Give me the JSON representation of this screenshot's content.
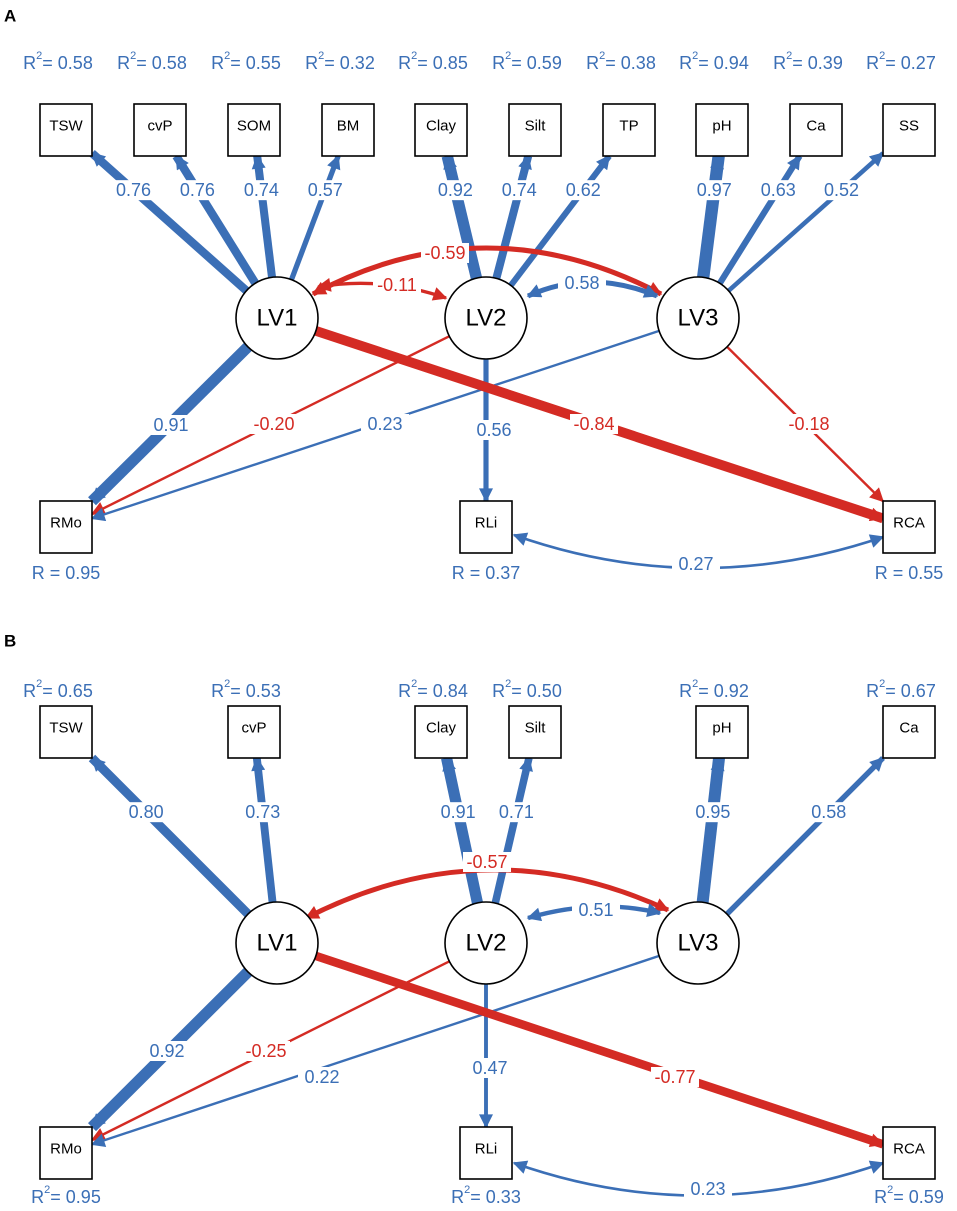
{
  "colors": {
    "positive": "#3b6fb6",
    "negative": "#d42b24"
  },
  "panels": [
    {
      "letter": "A",
      "observed": [
        {
          "label": "TSW",
          "r2": "0.58"
        },
        {
          "label": "cvP",
          "r2": "0.58"
        },
        {
          "label": "SOM",
          "r2": "0.55"
        },
        {
          "label": "BM",
          "r2": "0.32"
        },
        {
          "label": "Clay",
          "r2": "0.85"
        },
        {
          "label": "Silt",
          "r2": "0.59"
        },
        {
          "label": "TP",
          "r2": "0.38"
        },
        {
          "label": "pH",
          "r2": "0.94"
        },
        {
          "label": "Ca",
          "r2": "0.39"
        },
        {
          "label": "SS",
          "r2": "0.27"
        }
      ],
      "latents": [
        "LV1",
        "LV2",
        "LV3"
      ],
      "loadings": [
        {
          "from": "LV1",
          "to": "TSW",
          "value": "0.76"
        },
        {
          "from": "LV1",
          "to": "cvP",
          "value": "0.76"
        },
        {
          "from": "LV1",
          "to": "SOM",
          "value": "0.74"
        },
        {
          "from": "LV1",
          "to": "BM",
          "value": "0.57"
        },
        {
          "from": "LV2",
          "to": "Clay",
          "value": "0.92"
        },
        {
          "from": "LV2",
          "to": "Silt",
          "value": "0.74"
        },
        {
          "from": "LV2",
          "to": "TP",
          "value": "0.62"
        },
        {
          "from": "LV3",
          "to": "pH",
          "value": "0.97"
        },
        {
          "from": "LV3",
          "to": "Ca",
          "value": "0.63"
        },
        {
          "from": "LV3",
          "to": "SS",
          "value": "0.52"
        }
      ],
      "correlations": [
        {
          "a": "LV1",
          "b": "LV3",
          "value": "-0.59"
        },
        {
          "a": "LV1",
          "b": "LV2",
          "value": "-0.11"
        },
        {
          "a": "LV2",
          "b": "LV3",
          "value": "0.58"
        }
      ],
      "outcomes": [
        {
          "label": "RMo",
          "r_prefix": "R",
          "r": "0.95"
        },
        {
          "label": "RLi",
          "r_prefix": "R",
          "r": "0.37"
        },
        {
          "label": "RCA",
          "r_prefix": "R",
          "r": "0.55"
        }
      ],
      "paths": [
        {
          "from": "LV1",
          "to": "RMo",
          "value": "0.91"
        },
        {
          "from": "LV2",
          "to": "RMo",
          "value": "-0.20"
        },
        {
          "from": "LV3",
          "to": "RMo",
          "value": "0.23"
        },
        {
          "from": "LV2",
          "to": "RLi",
          "value": "0.56"
        },
        {
          "from": "LV1",
          "to": "RCA",
          "value": "-0.84"
        },
        {
          "from": "LV3",
          "to": "RCA",
          "value": "-0.18"
        }
      ],
      "residual_correlation": {
        "a": "RLi",
        "b": "RCA",
        "value": "0.27"
      }
    },
    {
      "letter": "B",
      "observed": [
        {
          "label": "TSW",
          "r2": "0.65"
        },
        {
          "label": "cvP",
          "r2": "0.53"
        },
        {
          "label": "Clay",
          "r2": "0.84"
        },
        {
          "label": "Silt",
          "r2": "0.50"
        },
        {
          "label": "pH",
          "r2": "0.92"
        },
        {
          "label": "Ca",
          "r2": "0.67"
        }
      ],
      "latents": [
        "LV1",
        "LV2",
        "LV3"
      ],
      "loadings": [
        {
          "from": "LV1",
          "to": "TSW",
          "value": "0.80"
        },
        {
          "from": "LV1",
          "to": "cvP",
          "value": "0.73"
        },
        {
          "from": "LV2",
          "to": "Clay",
          "value": "0.91"
        },
        {
          "from": "LV2",
          "to": "Silt",
          "value": "0.71"
        },
        {
          "from": "LV3",
          "to": "pH",
          "value": "0.95"
        },
        {
          "from": "LV3",
          "to": "Ca",
          "value": "0.58"
        }
      ],
      "correlations": [
        {
          "a": "LV1",
          "b": "LV3",
          "value": "-0.57"
        },
        {
          "a": "LV2",
          "b": "LV3",
          "value": "0.51"
        }
      ],
      "outcomes": [
        {
          "label": "RMo",
          "r_prefix": "R2",
          "r": "0.95"
        },
        {
          "label": "RLi",
          "r_prefix": "R2",
          "r": "0.33"
        },
        {
          "label": "RCA",
          "r_prefix": "R2",
          "r": "0.59"
        }
      ],
      "paths": [
        {
          "from": "LV1",
          "to": "RMo",
          "value": "0.92"
        },
        {
          "from": "LV2",
          "to": "RMo",
          "value": "-0.25"
        },
        {
          "from": "LV3",
          "to": "RMo",
          "value": "0.22"
        },
        {
          "from": "LV2",
          "to": "RLi",
          "value": "0.47"
        },
        {
          "from": "LV1",
          "to": "RCA",
          "value": "-0.77"
        }
      ],
      "residual_correlation": {
        "a": "RLi",
        "b": "RCA",
        "value": "0.23"
      }
    }
  ]
}
